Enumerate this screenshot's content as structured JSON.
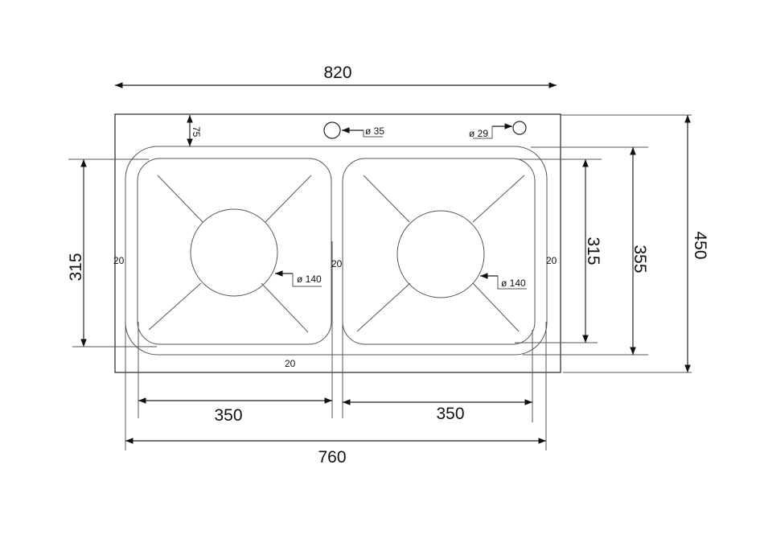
{
  "title": "Double bowl sink dimension drawing",
  "dimensions": {
    "overall_width": "820",
    "overall_depth": "450",
    "rim_width": "760",
    "rim_depth": "355",
    "bowl_depth_left": "315",
    "bowl_depth_right": "315",
    "bowl_width_left": "350",
    "bowl_width_right": "350",
    "top_margin": "75",
    "gap_left": "20",
    "gap_middle": "20",
    "gap_right": "20",
    "gap_bottom": "20"
  },
  "holes": {
    "faucet": "ø 35",
    "accessory": "ø 29",
    "drain_left": "ø 140",
    "drain_right": "ø 140"
  }
}
